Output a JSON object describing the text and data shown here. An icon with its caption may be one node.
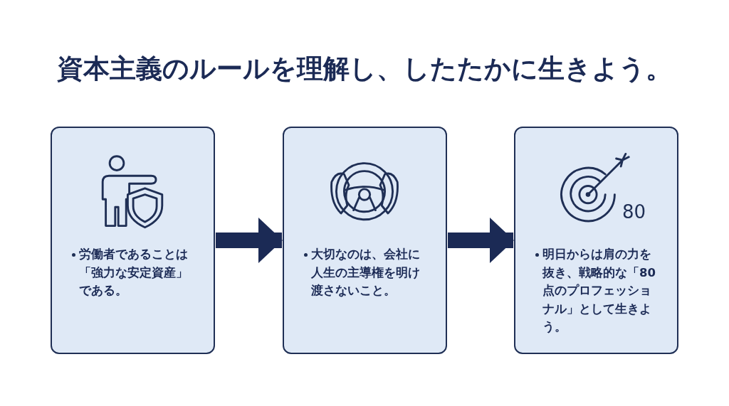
{
  "diagram": {
    "title": "資本主義のルールを理解し、したたかに生きよう。",
    "nodes": [
      {
        "text": [
          "労働者であることは「強力な安定資産」である。"
        ]
      },
      {
        "text": [
          "大切なのは、会社に人生の主導権を明け渡さないこと。"
        ]
      },
      {
        "text": [
          "80",
          "明日からは肩の力を抜き、戦略的な「80点のプロフェッショナル」として生きよう。"
        ]
      }
    ],
    "edges": [
      {
        "from": 0,
        "to": 1,
        "arrow": "to"
      },
      {
        "from": 1,
        "to": 2,
        "arrow": "to"
      }
    ]
  }
}
